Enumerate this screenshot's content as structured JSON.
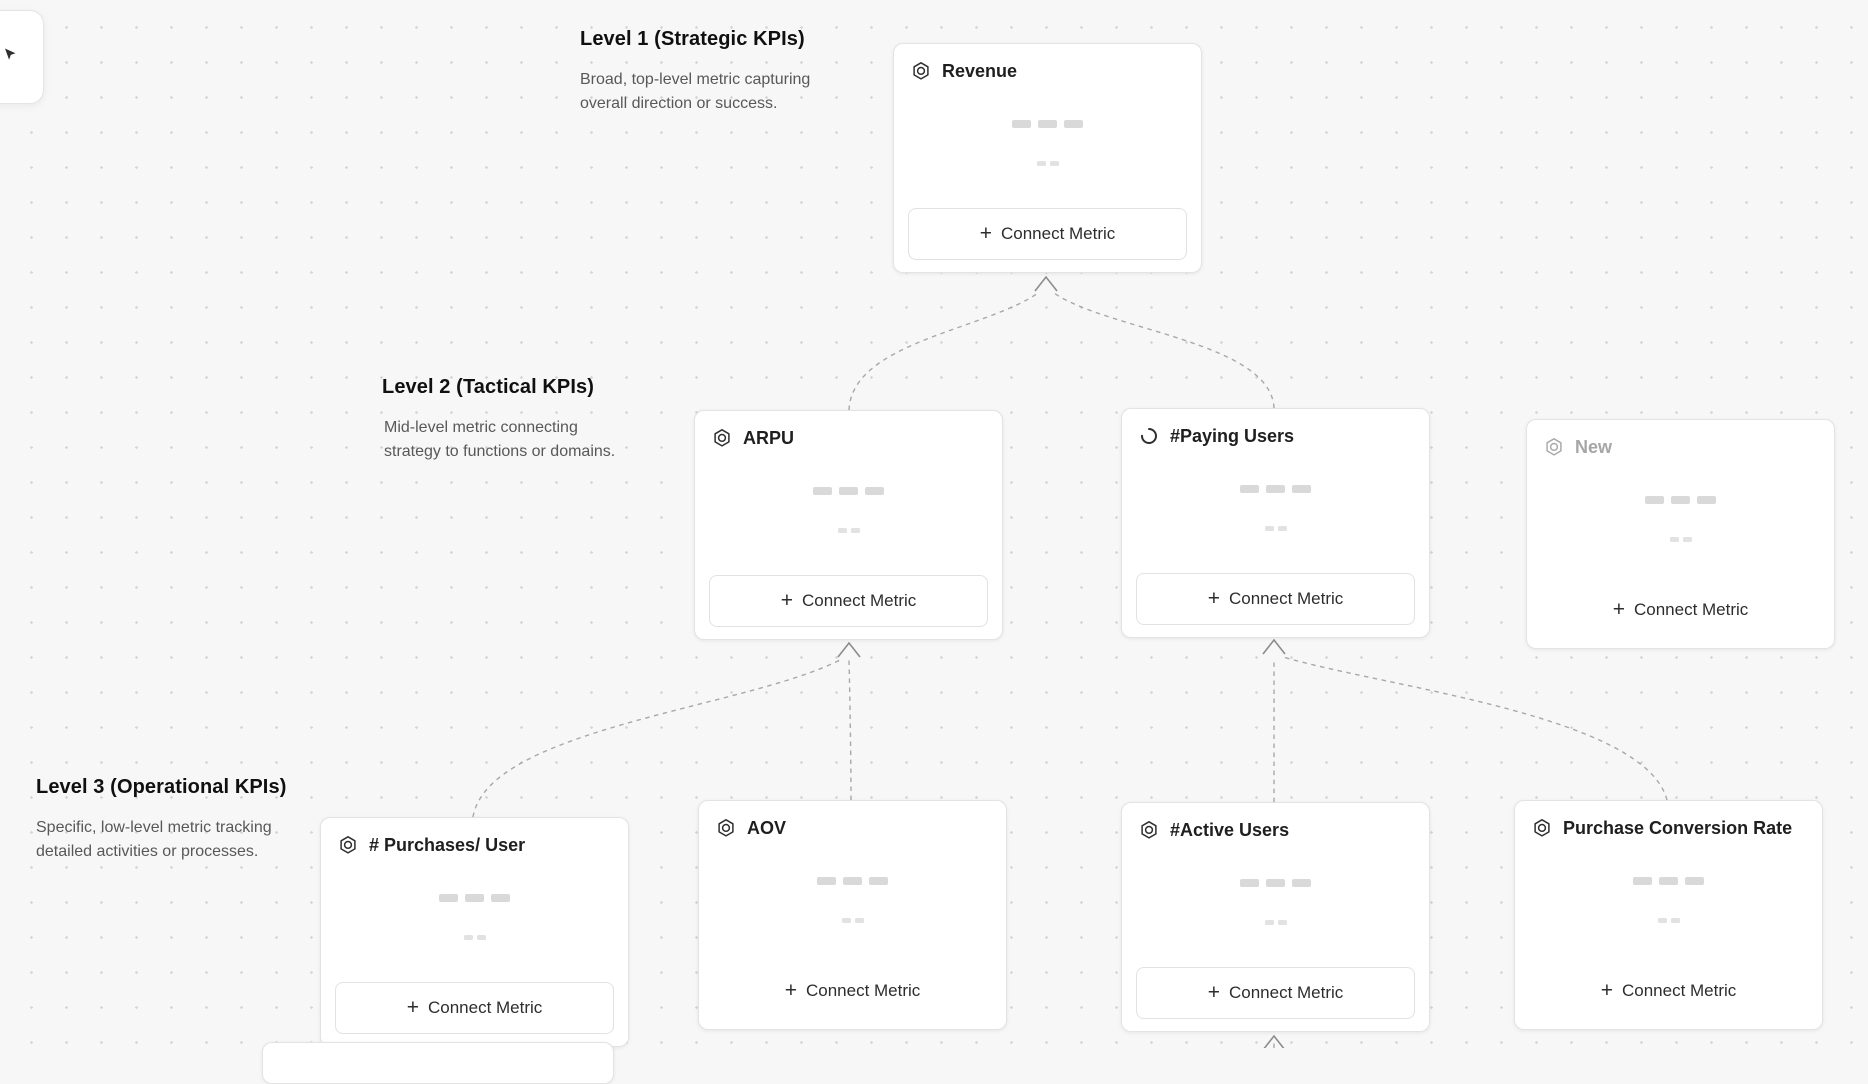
{
  "ui": {
    "connect_metric_button": "Connect Metric",
    "plus_glyph": "+"
  },
  "levels": [
    {
      "title": "Level 1 (Strategic KPIs)",
      "description_lines": [
        "Broad, top-level metric capturing",
        "overall direction or success."
      ]
    },
    {
      "title": "Level 2 (Tactical KPIs)",
      "description_lines": [
        "Mid-level metric connecting",
        "strategy to functions or domains."
      ]
    },
    {
      "title": "Level 3 (Operational KPIs)",
      "description_lines": [
        "Specific, low-level metric tracking",
        "detailed activities or processes."
      ]
    }
  ],
  "nodes": [
    {
      "title": "Revenue",
      "icon": "metric-hexagon-icon",
      "level": 1,
      "state": "default"
    },
    {
      "title": "ARPU",
      "icon": "metric-hexagon-icon",
      "level": 2,
      "state": "default"
    },
    {
      "title": "#Paying Users",
      "icon": "spinner-icon",
      "level": 2,
      "state": "loading"
    },
    {
      "title": "New",
      "icon": "metric-hexagon-icon",
      "level": 2,
      "state": "draft"
    },
    {
      "title": "# Purchases/ User",
      "icon": "metric-hexagon-icon",
      "level": 3,
      "state": "default"
    },
    {
      "title": "AOV",
      "icon": "metric-hexagon-icon",
      "level": 3,
      "state": "default"
    },
    {
      "title": "#Active Users",
      "icon": "metric-hexagon-icon",
      "level": 3,
      "state": "default"
    },
    {
      "title": "Purchase Conversion Rate",
      "icon": "metric-hexagon-icon",
      "level": 3,
      "state": "default"
    }
  ],
  "colors": {
    "canvas_bg": "#f7f7f7",
    "dot": "#d7d7d7",
    "card_border": "#e3e3e3",
    "edge": "#a8a8a8",
    "text_primary": "#1f1f1f",
    "text_secondary": "#585858"
  }
}
